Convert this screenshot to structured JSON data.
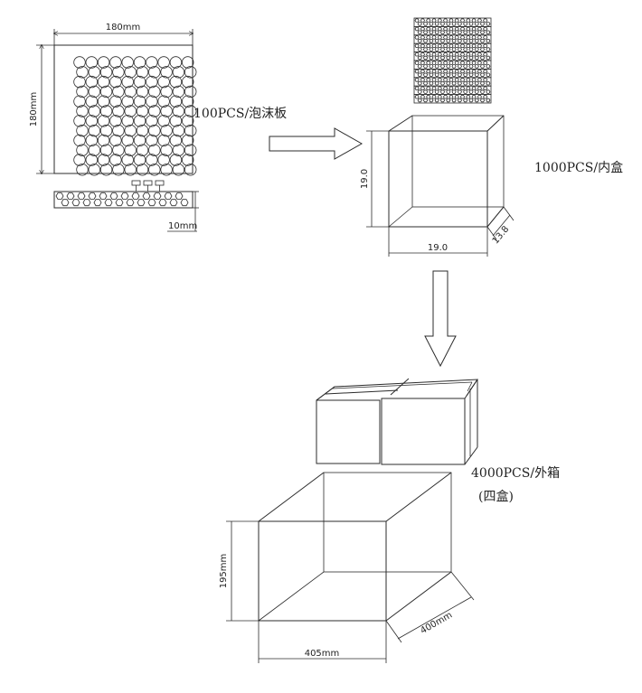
{
  "foam_board": {
    "width_label": "180mm",
    "height_label": "180mm",
    "thickness_label": "10mm",
    "grid_rows": 12,
    "grid_cols": 10
  },
  "step1": {
    "label": "100PCS/泡沫板"
  },
  "inner_box": {
    "label": "1000PCS/内盒",
    "height_label": "19.0",
    "width_label": "19.0",
    "depth_label": "13.8"
  },
  "outer_box": {
    "label_line1": "4000PCS/外箱",
    "label_line2": "(四盒)",
    "height_label": "195mm",
    "width_label": "405mm",
    "depth_label": "400mm"
  }
}
